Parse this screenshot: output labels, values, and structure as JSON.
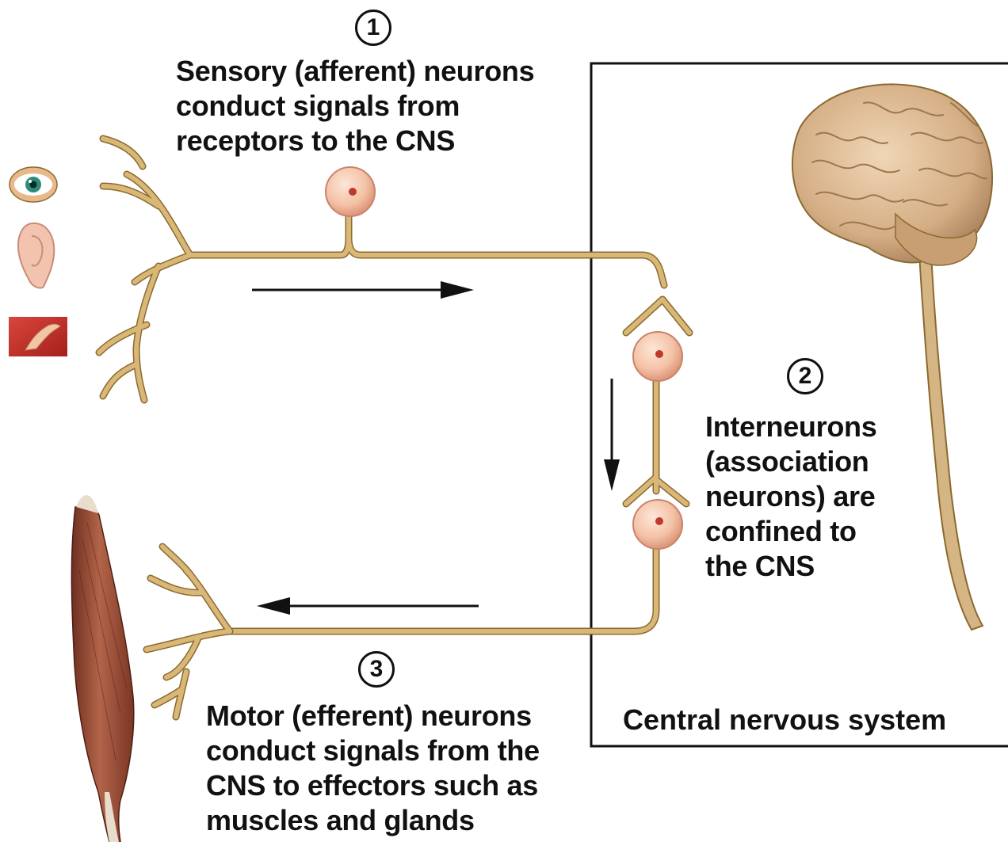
{
  "step1": {
    "number": "1",
    "lines": [
      "Sensory (afferent) neurons",
      "conduct signals from",
      "receptors to the CNS"
    ]
  },
  "step2": {
    "number": "2",
    "lines": [
      "Interneurons",
      "(association",
      "neurons) are",
      "confined to",
      "the CNS"
    ]
  },
  "step3": {
    "number": "3",
    "lines": [
      "Motor (efferent) neurons",
      "conduct signals from the",
      "CNS to effectors such as",
      "muscles and glands"
    ]
  },
  "cns_caption": "Central nervous system",
  "receptor_icons": [
    "eye-icon",
    "ear-icon",
    "hand-icon"
  ],
  "colors": {
    "neuron": "#d9b877",
    "neuron_outline": "#8a6a30",
    "cell_body": "#f4c2a6",
    "nucleus": "#c0392b",
    "brain": "#d9b48e",
    "muscle": "#a0523a",
    "text": "#111111"
  }
}
